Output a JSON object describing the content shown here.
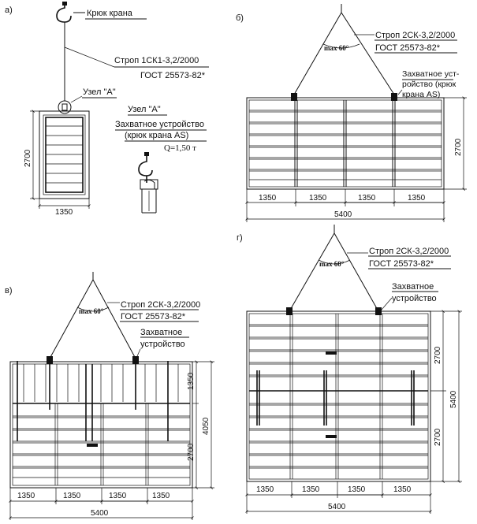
{
  "panel_a": {
    "label": "а)",
    "hook_label": "Крюк крана",
    "sling_label": "Строп 1СК1-3,2/2000",
    "gost": "ГОСТ 25573-82*",
    "node_label": "Узел \"А\"",
    "dim_height": "2700",
    "dim_width": "1350",
    "detail_title": "Узел \"А\"",
    "detail_device": "Захватное устройство",
    "detail_device2": "(крюк крана AS)",
    "load": "Q=1,50 т"
  },
  "panel_b": {
    "label": "б)",
    "sling_label": "Строп 2СК-3,2/2000",
    "gost": "ГОСТ 25573-82*",
    "angle": "max 60°",
    "device_1": "Захватное уст-",
    "device_2": "ройство (крюк",
    "device_3": "крана AS)",
    "dim_height": "2700",
    "seg": [
      "1350",
      "1350",
      "1350",
      "1350"
    ],
    "total": "5400"
  },
  "panel_v": {
    "label": "в)",
    "sling_label": "Строп 2СК-3,2/2000",
    "gost": "ГОСТ 25573-82*",
    "angle": "max 60°",
    "device_1": "Захватное",
    "device_2": "устройство",
    "dim_upper": "1350",
    "dim_lower": "2700",
    "dim_total_h": "4050",
    "seg": [
      "1350",
      "1350",
      "1350",
      "1350"
    ],
    "total": "5400"
  },
  "panel_g": {
    "label": "г)",
    "sling_label": "Строп 2СК-3,2/2000",
    "gost": "ГОСТ 25573-82*",
    "angle": "max 60°",
    "device_1": "Захватное",
    "device_2": "устройство",
    "dim_upper": "2700",
    "dim_lower": "2700",
    "dim_total_h": "5400",
    "seg": [
      "1350",
      "1350",
      "1350",
      "1350"
    ],
    "total": "5400"
  }
}
